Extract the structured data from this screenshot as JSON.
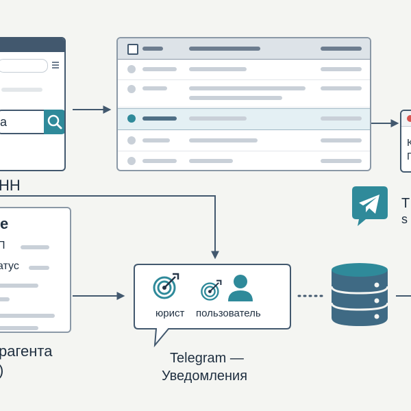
{
  "search_panel": {
    "input_value": "а",
    "menu_icon": "menu-icon",
    "search_icon": "search-icon",
    "caption": "НН"
  },
  "table_panel": {
    "rows": 5,
    "highlighted_row": 3
  },
  "right_card": {
    "line1": "К",
    "line2": "П"
  },
  "telegram_badge": {
    "icon": "telegram-icon",
    "label_line1": "Т",
    "label_line2": "s"
  },
  "profile_card": {
    "title": "е",
    "field1": "П",
    "field2": "атус"
  },
  "profile_caption": {
    "line1": "рагента",
    "line2": ")"
  },
  "notification_bubble": {
    "role1_label": "юрист",
    "role2_label": "пользователь",
    "icons": [
      "target-icon",
      "target-icon",
      "user-icon"
    ]
  },
  "notification_caption": {
    "line1": "Telegram —",
    "line2": "Уведомления"
  },
  "database": {
    "icon": "database-icon",
    "connector": "dotted"
  },
  "colors": {
    "navy": "#42586e",
    "teal": "#2f8a9a",
    "teal_light": "#dff0f2",
    "background": "#f4f5f2"
  }
}
